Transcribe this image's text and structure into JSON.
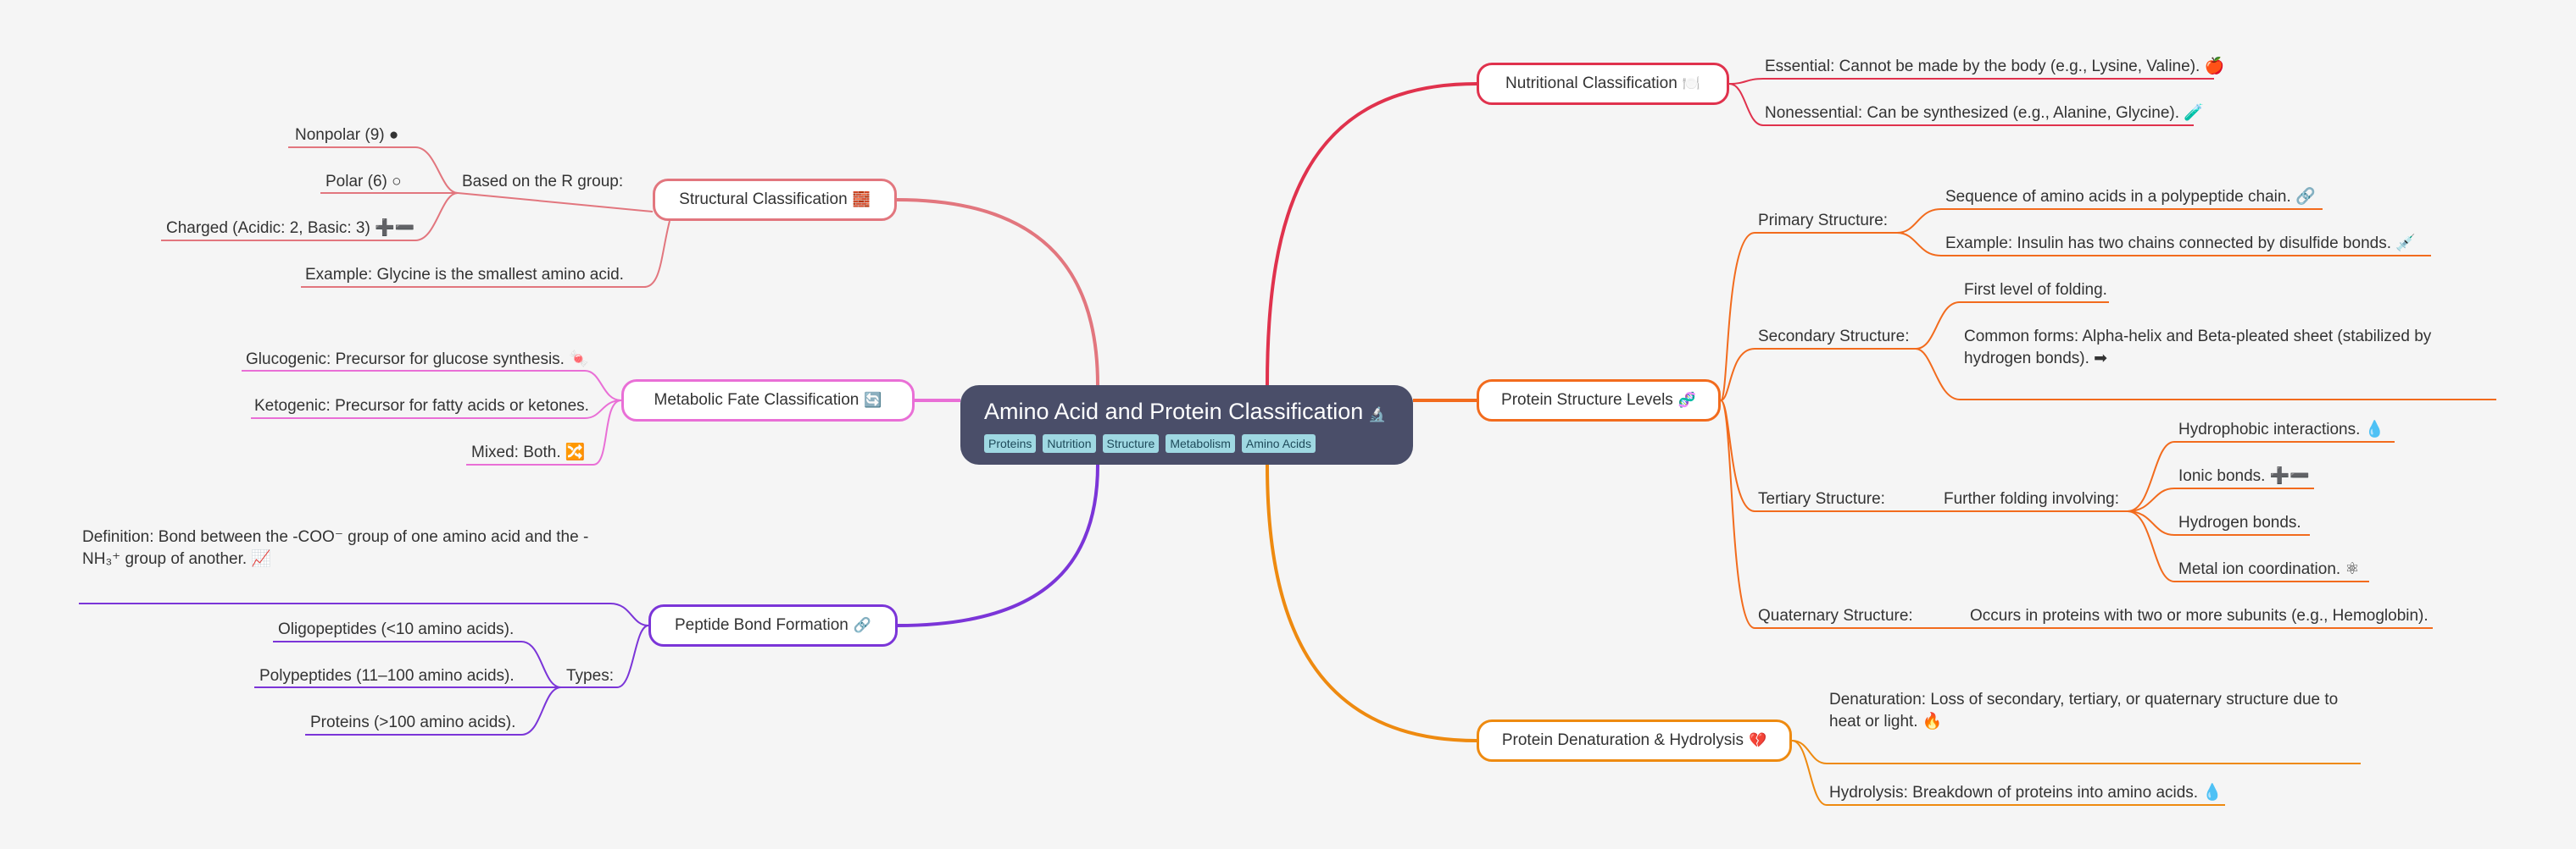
{
  "root": {
    "title": "Amino Acid and Protein Classification",
    "icon": "microscope-icon",
    "tags": [
      "Proteins",
      "Nutrition",
      "Structure",
      "Metabolism",
      "Amino Acids"
    ]
  },
  "branches": {
    "structural": {
      "label": "Structural Classification",
      "icon": "brick-icon",
      "color": "#e2767e",
      "r_group_label": "Based on the R group:",
      "r_group_items": [
        "Nonpolar (9) ●",
        "Polar (6) ○",
        "Charged (Acidic: 2, Basic: 3) ➕➖"
      ],
      "example": "Example: Glycine is the smallest amino acid."
    },
    "metabolic": {
      "label": "Metabolic Fate Classification",
      "icon": "arrows-cycle-icon",
      "color": "#e96fd6",
      "items": [
        "Glucogenic: Precursor for glucose synthesis. 🍬",
        "Ketogenic: Precursor for fatty acids or ketones.",
        "Mixed: Both. 🔀"
      ]
    },
    "peptide": {
      "label": "Peptide Bond Formation",
      "icon": "link-icon",
      "color": "#7b35d8",
      "definition": "Definition: Bond between the -COO⁻ group of one amino acid and the -NH₃⁺ group of another. 📈",
      "types_label": "Types:",
      "types": [
        "Oligopeptides (<10 amino acids).",
        "Polypeptides (11–100 amino acids).",
        "Proteins (>100 amino acids)."
      ]
    },
    "nutritional": {
      "label": "Nutritional Classification",
      "icon": "plate-icon",
      "color": "#e0324d",
      "items": [
        "Essential: Cannot be made by the body (e.g., Lysine, Valine). 🍎",
        "Nonessential: Can be synthesized (e.g., Alanine, Glycine). 🧪"
      ]
    },
    "structure_levels": {
      "label": "Protein Structure Levels",
      "icon": "dna-icon",
      "color": "#f26b1d",
      "primary": {
        "label": "Primary Structure:",
        "items": [
          "Sequence of amino acids in a polypeptide chain. 🔗",
          "Example: Insulin has two chains connected by disulfide bonds. 💉"
        ]
      },
      "secondary": {
        "label": "Secondary Structure:",
        "items": [
          "First level of folding.",
          "Common forms: Alpha-helix and Beta-pleated sheet (stabilized by hydrogen bonds). ➡"
        ]
      },
      "tertiary": {
        "label": "Tertiary Structure:",
        "sub_label": "Further folding involving:",
        "items": [
          "Hydrophobic interactions. 💧",
          "Ionic bonds. ➕➖",
          "Hydrogen bonds.",
          "Metal ion coordination. ⚛"
        ]
      },
      "quaternary": {
        "label": "Quaternary Structure:",
        "item": "Occurs in proteins with two or more subunits (e.g., Hemoglobin)."
      }
    },
    "denaturation": {
      "label": "Protein Denaturation & Hydrolysis",
      "icon": "broken-heart-icon",
      "color": "#ee8a10",
      "items": [
        "Denaturation: Loss of secondary, tertiary, or quaternary structure due to heat or light. 🔥",
        "Hydrolysis: Breakdown of proteins into amino acids. 💧"
      ]
    }
  }
}
